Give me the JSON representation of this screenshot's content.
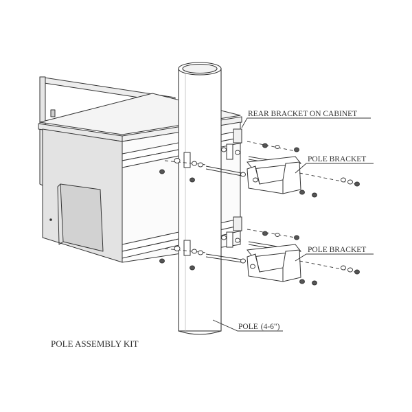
{
  "labels": {
    "rear_bracket": "REAR BRACKET ON CABINET",
    "pole_bracket_upper": "POLE BRACKET",
    "pole_bracket_lower": "POLE BRACKET",
    "pole": "POLE",
    "pole_size": "(4-6\")",
    "caption": "POLE ASSEMBLY KIT"
  },
  "colors": {
    "ink": "#333333",
    "cabinet_top": "#f2f2f2",
    "cabinet_front": "#e0e0e0",
    "cabinet_side": "#fafafa",
    "bolt": "#555555"
  }
}
